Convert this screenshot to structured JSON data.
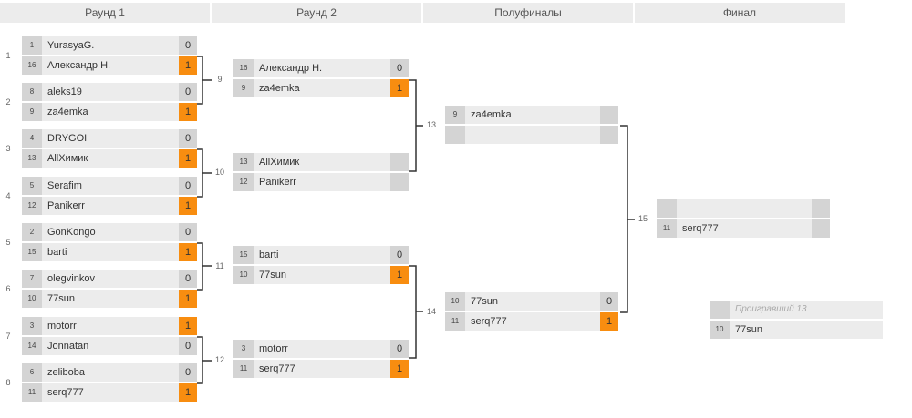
{
  "rounds": [
    {
      "label": "Раунд 1"
    },
    {
      "label": "Раунд 2"
    },
    {
      "label": "Полуфиналы"
    },
    {
      "label": "Финал"
    }
  ],
  "round1": [
    {
      "num": "1",
      "rows": [
        {
          "seed": "1",
          "name": "YurasyaG.",
          "score": "0",
          "win": false
        },
        {
          "seed": "16",
          "name": "Александр Н.",
          "score": "1",
          "win": true
        }
      ]
    },
    {
      "num": "2",
      "rows": [
        {
          "seed": "8",
          "name": "aleks19",
          "score": "0",
          "win": false
        },
        {
          "seed": "9",
          "name": "za4emka",
          "score": "1",
          "win": true
        }
      ]
    },
    {
      "num": "3",
      "rows": [
        {
          "seed": "4",
          "name": "DRYGOI",
          "score": "0",
          "win": false
        },
        {
          "seed": "13",
          "name": "AllХимик",
          "score": "1",
          "win": true
        }
      ]
    },
    {
      "num": "4",
      "rows": [
        {
          "seed": "5",
          "name": "Serafim",
          "score": "0",
          "win": false
        },
        {
          "seed": "12",
          "name": "Panikerr",
          "score": "1",
          "win": true
        }
      ]
    },
    {
      "num": "5",
      "rows": [
        {
          "seed": "2",
          "name": "GonKongo",
          "score": "0",
          "win": false
        },
        {
          "seed": "15",
          "name": "barti",
          "score": "1",
          "win": true
        }
      ]
    },
    {
      "num": "6",
      "rows": [
        {
          "seed": "7",
          "name": "olegvinkov",
          "score": "0",
          "win": false
        },
        {
          "seed": "10",
          "name": "77sun",
          "score": "1",
          "win": true
        }
      ]
    },
    {
      "num": "7",
      "rows": [
        {
          "seed": "3",
          "name": "motorr",
          "score": "1",
          "win": true
        },
        {
          "seed": "14",
          "name": "Jonnatan",
          "score": "0",
          "win": false
        }
      ]
    },
    {
      "num": "8",
      "rows": [
        {
          "seed": "6",
          "name": "zeliboba",
          "score": "0",
          "win": false
        },
        {
          "seed": "11",
          "name": "serq777",
          "score": "1",
          "win": true
        }
      ]
    }
  ],
  "round2": [
    {
      "num": "9",
      "rows": [
        {
          "seed": "16",
          "name": "Александр Н.",
          "score": "0",
          "win": false
        },
        {
          "seed": "9",
          "name": "za4emka",
          "score": "1",
          "win": true
        }
      ]
    },
    {
      "num": "10",
      "rows": [
        {
          "seed": "13",
          "name": "AllХимик",
          "score": "",
          "win": false
        },
        {
          "seed": "12",
          "name": "Panikerr",
          "score": "",
          "win": false
        }
      ]
    },
    {
      "num": "11",
      "rows": [
        {
          "seed": "15",
          "name": "barti",
          "score": "0",
          "win": false
        },
        {
          "seed": "10",
          "name": "77sun",
          "score": "1",
          "win": true
        }
      ]
    },
    {
      "num": "12",
      "rows": [
        {
          "seed": "3",
          "name": "motorr",
          "score": "0",
          "win": false
        },
        {
          "seed": "11",
          "name": "serq777",
          "score": "1",
          "win": true
        }
      ]
    }
  ],
  "semis": [
    {
      "num": "13",
      "rows": [
        {
          "seed": "9",
          "name": "za4emka",
          "score": "",
          "win": false
        },
        {
          "seed": "",
          "name": "",
          "score": "",
          "win": false
        }
      ]
    },
    {
      "num": "14",
      "rows": [
        {
          "seed": "10",
          "name": "77sun",
          "score": "0",
          "win": false
        },
        {
          "seed": "11",
          "name": "serq777",
          "score": "1",
          "win": true
        }
      ]
    }
  ],
  "final": [
    {
      "num": "15",
      "rows": [
        {
          "seed": "",
          "name": "",
          "score": "",
          "win": false
        },
        {
          "seed": "11",
          "name": "serq777",
          "score": "",
          "win": false
        }
      ]
    }
  ],
  "third": {
    "rows": [
      {
        "seed": "",
        "name": "Проигравший 13",
        "placeholder": true
      },
      {
        "seed": "10",
        "name": "77sun"
      }
    ]
  },
  "colors": {
    "win": "#f88d10",
    "box": "#ececec",
    "cell": "#d4d4d4",
    "line": "#333333"
  }
}
